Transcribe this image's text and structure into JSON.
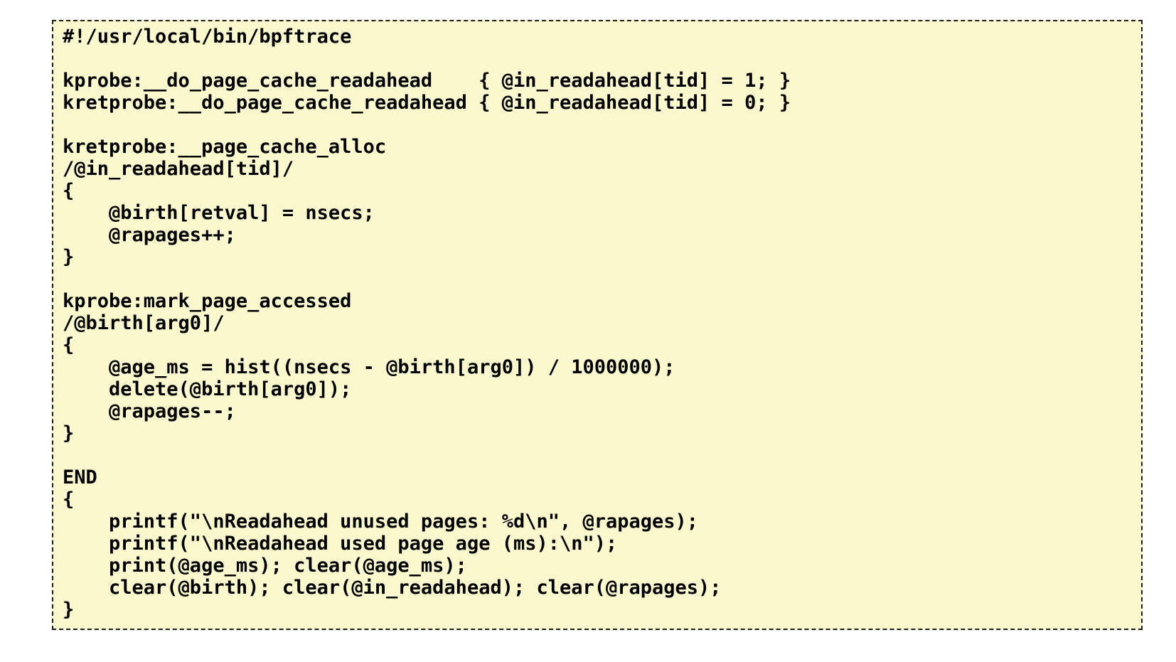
{
  "page": {
    "background_color": "#ffffff"
  },
  "code_block": {
    "language": "bpftrace",
    "background_color": "#FCF8CE",
    "border_color": "#1c1c1c",
    "text_color": "#000000",
    "lines": [
      "#!/usr/local/bin/bpftrace",
      "",
      "kprobe:__do_page_cache_readahead    { @in_readahead[tid] = 1; }",
      "kretprobe:__do_page_cache_readahead { @in_readahead[tid] = 0; }",
      "",
      "kretprobe:__page_cache_alloc",
      "/@in_readahead[tid]/",
      "{",
      "    @birth[retval] = nsecs;",
      "    @rapages++;",
      "}",
      "",
      "kprobe:mark_page_accessed",
      "/@birth[arg0]/",
      "{",
      "    @age_ms = hist((nsecs - @birth[arg0]) / 1000000);",
      "    delete(@birth[arg0]);",
      "    @rapages--;",
      "}",
      "",
      "END",
      "{",
      "    printf(\"\\nReadahead unused pages: %d\\n\", @rapages);",
      "    printf(\"\\nReadahead used page age (ms):\\n\");",
      "    print(@age_ms); clear(@age_ms);",
      "    clear(@birth); clear(@in_readahead); clear(@rapages);",
      "}"
    ]
  }
}
